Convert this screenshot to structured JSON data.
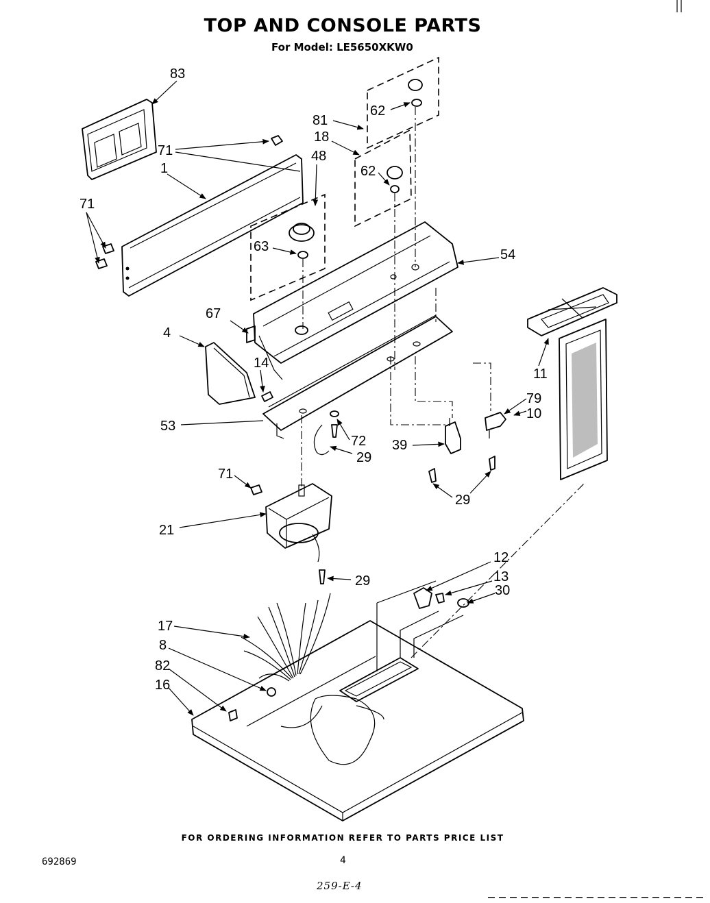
{
  "header": {
    "title": "TOP AND CONSOLE PARTS",
    "subtitle": "For Model: LE5650XKW0"
  },
  "callouts": [
    "83",
    "71",
    "1",
    "48",
    "71",
    "81",
    "62",
    "18",
    "62",
    "63",
    "54",
    "67",
    "4",
    "14",
    "11",
    "79",
    "10",
    "53",
    "72",
    "29",
    "39",
    "71",
    "21",
    "29",
    "29",
    "12",
    "13",
    "30",
    "17",
    "8",
    "82",
    "16"
  ],
  "footer": {
    "note": "FOR ORDERING INFORMATION REFER TO PARTS PRICE LIST",
    "doc_number": "692869",
    "page": "4",
    "handwritten": "259-E-4"
  }
}
